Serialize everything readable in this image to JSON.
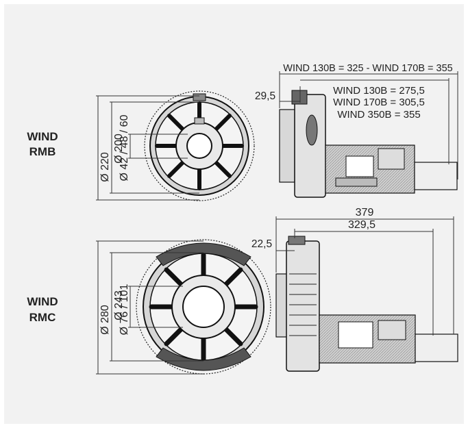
{
  "models": [
    {
      "name_line1": "WIND",
      "name_line2": "RMB",
      "dim_outer": "Ø 220",
      "dim_inner": "Ø 200",
      "dim_shaft": "Ø 42 / 48 / 60",
      "side_offset": "29,5",
      "total_length": "WIND 130B = 325 - WIND 170B = 355",
      "variants": [
        "WIND 130B = 275,5",
        "WIND 170B = 305,5",
        "WIND 350B = 355"
      ]
    },
    {
      "name_line1": "WIND",
      "name_line2": "RMC",
      "dim_outer": "Ø 280",
      "dim_inner": "Ø 243",
      "dim_shaft": "Ø 76 / 101",
      "side_offset": "22,5",
      "total_length": "379",
      "inner_length": "329,5"
    }
  ],
  "colors": {
    "panel": "#f2f2f2",
    "ink": "#1a1a1a",
    "dim_line": "#333333"
  }
}
